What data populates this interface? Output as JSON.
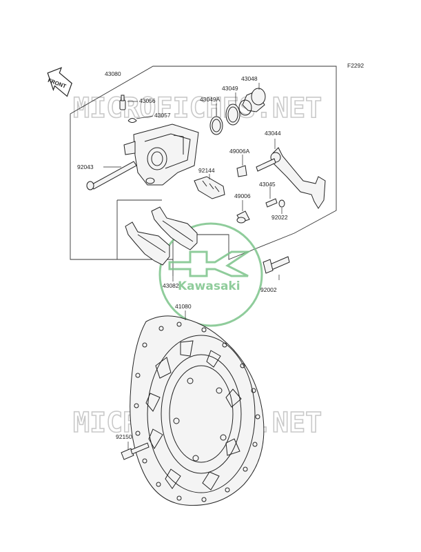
{
  "diagram_code": "F2292",
  "front_arrow_label": "FRONT",
  "watermark_text": "MICROFICHES.NET",
  "logo": {
    "brand": "Kawasaki",
    "color": "#7cc48a"
  },
  "labels": {
    "p43080": "43080",
    "p43056": "43056",
    "p43057": "43057",
    "p43048": "43048",
    "p43049": "43049",
    "p43049a": "43049A",
    "p43044": "43044",
    "p49006a": "49006A",
    "p92043": "92043",
    "p92144": "92144",
    "p43045": "43045",
    "p49006": "49006",
    "p92022": "92022",
    "p43082": "43082",
    "p92002": "92002",
    "p41080": "41080",
    "p92150": "92150"
  },
  "colors": {
    "line": "#222222",
    "watermark": "#c9c9c9",
    "logo": "#7cc48a"
  }
}
